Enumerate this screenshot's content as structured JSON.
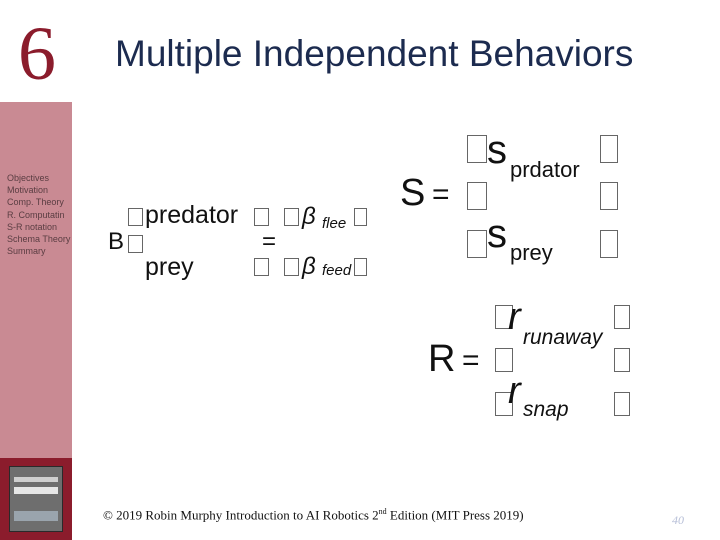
{
  "chapter": {
    "number": "6"
  },
  "slide": {
    "title": "Multiple Independent Behaviors"
  },
  "sidebar": {
    "items": [
      {
        "label": "Objectives"
      },
      {
        "label": "Motivation"
      },
      {
        "label": "Comp. Theory"
      },
      {
        "label": "R. Computatin"
      },
      {
        "label": "S-R notation"
      },
      {
        "label": "Schema Theory"
      },
      {
        "label": "Summary"
      }
    ]
  },
  "equations": {
    "behavior": {
      "lhs": "B",
      "vector": [
        "predator",
        "prey"
      ],
      "equals": "=",
      "beta_symbol": "β",
      "betas": [
        {
          "symbol": "β",
          "subscript": "flee"
        },
        {
          "symbol": "β",
          "subscript": "feed"
        }
      ]
    },
    "stimulus": {
      "lhs": "S",
      "equals": "=",
      "entries": [
        {
          "symbol": "s",
          "subscript": "prdator"
        },
        {
          "symbol": "s",
          "subscript": "prey"
        }
      ]
    },
    "response": {
      "lhs": "R",
      "equals": "=",
      "entries": [
        {
          "symbol": "r",
          "subscript": "runaway"
        },
        {
          "symbol": "r",
          "subscript": "snap"
        }
      ]
    }
  },
  "footer": {
    "citation_pre": "© 2019 Robin Murphy Introduction to AI Robotics 2",
    "citation_sup": "nd",
    "citation_post": " Edition (MIT Press 2019)",
    "page_number": "40"
  },
  "colors": {
    "accent": "#8b1c2c",
    "sidebar": "#c98a93",
    "title": "#1c2b4f"
  }
}
